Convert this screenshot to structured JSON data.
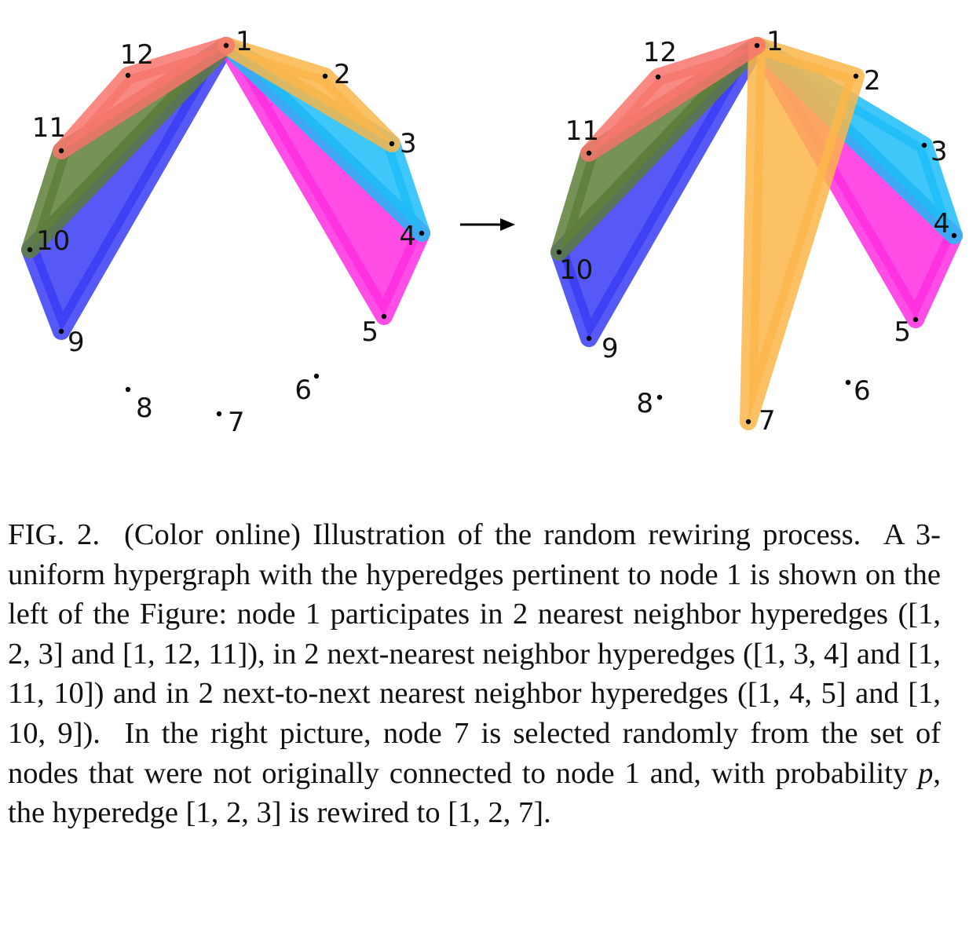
{
  "colors": {
    "edge_1_2_3": "#fcb64a",
    "edge_1_12_11": "#f8766d",
    "edge_1_3_4": "#1dbdf8",
    "edge_1_11_10": "#5e7f3a",
    "edge_1_4_5": "#ff2ee0",
    "edge_1_10_9": "#3a3cf6",
    "edge_1_2_7": "#fcb64a",
    "node_dot": "#000000"
  },
  "left_panel": {
    "hyperedges": [
      {
        "name": "hyperedge-1-10-9",
        "nodes": [
          1,
          10,
          9
        ],
        "color_key": "edge_1_10_9"
      },
      {
        "name": "hyperedge-1-4-5",
        "nodes": [
          1,
          4,
          5
        ],
        "color_key": "edge_1_4_5"
      },
      {
        "name": "hyperedge-1-3-4",
        "nodes": [
          1,
          3,
          4
        ],
        "color_key": "edge_1_3_4"
      },
      {
        "name": "hyperedge-1-11-10",
        "nodes": [
          1,
          11,
          10
        ],
        "color_key": "edge_1_11_10"
      },
      {
        "name": "hyperedge-1-2-3",
        "nodes": [
          1,
          2,
          3
        ],
        "color_key": "edge_1_2_3"
      },
      {
        "name": "hyperedge-1-12-11",
        "nodes": [
          1,
          12,
          11
        ],
        "color_key": "edge_1_12_11"
      }
    ],
    "node_labels": [
      "1",
      "2",
      "3",
      "4",
      "5",
      "6",
      "7",
      "8",
      "9",
      "10",
      "11",
      "12"
    ]
  },
  "right_panel": {
    "hyperedges": [
      {
        "name": "hyperedge-1-10-9",
        "nodes": [
          1,
          10,
          9
        ],
        "color_key": "edge_1_10_9"
      },
      {
        "name": "hyperedge-1-4-5",
        "nodes": [
          1,
          4,
          5
        ],
        "color_key": "edge_1_4_5"
      },
      {
        "name": "hyperedge-1-3-4",
        "nodes": [
          1,
          3,
          4
        ],
        "color_key": "edge_1_3_4"
      },
      {
        "name": "hyperedge-1-11-10",
        "nodes": [
          1,
          11,
          10
        ],
        "color_key": "edge_1_11_10"
      },
      {
        "name": "hyperedge-1-2-7",
        "nodes": [
          1,
          2,
          7
        ],
        "color_key": "edge_1_2_7"
      },
      {
        "name": "hyperedge-1-12-11",
        "nodes": [
          1,
          12,
          11
        ],
        "color_key": "edge_1_12_11"
      }
    ],
    "node_labels": [
      "1",
      "2",
      "3",
      "4",
      "5",
      "6",
      "7",
      "8",
      "9",
      "10",
      "11",
      "12"
    ]
  },
  "arrow_symbol": "rewiring-arrow",
  "caption": {
    "fig_label": "FIG. 2.",
    "sentence_1": "(Color online) Illustration of the random rewiring process.",
    "sentence_2": "A 3-uniform hypergraph with the hyperedges per­tinent to node 1 is shown on the left of the Figure: node 1 participates in 2 nearest neighbor hyperedges ([1, 2, 3] and [1, 12, 11]), in 2 next-nearest neighbor hyperedges ([1, 3, 4] and [1, 11, 10]) and in 2 next-to-next nearest neighbor hyperedges ([1, 4, 5] and [1, 10, 9]).",
    "sentence_3_a": "In the right picture, node 7 is se­lected randomly from the set of nodes that were not originally connected to node 1 and, with probability",
    "sentence_3_var": "p",
    "sentence_3_b": ", the hyperedge [1, 2, 3] is rewired to [1, 2, 7]."
  }
}
